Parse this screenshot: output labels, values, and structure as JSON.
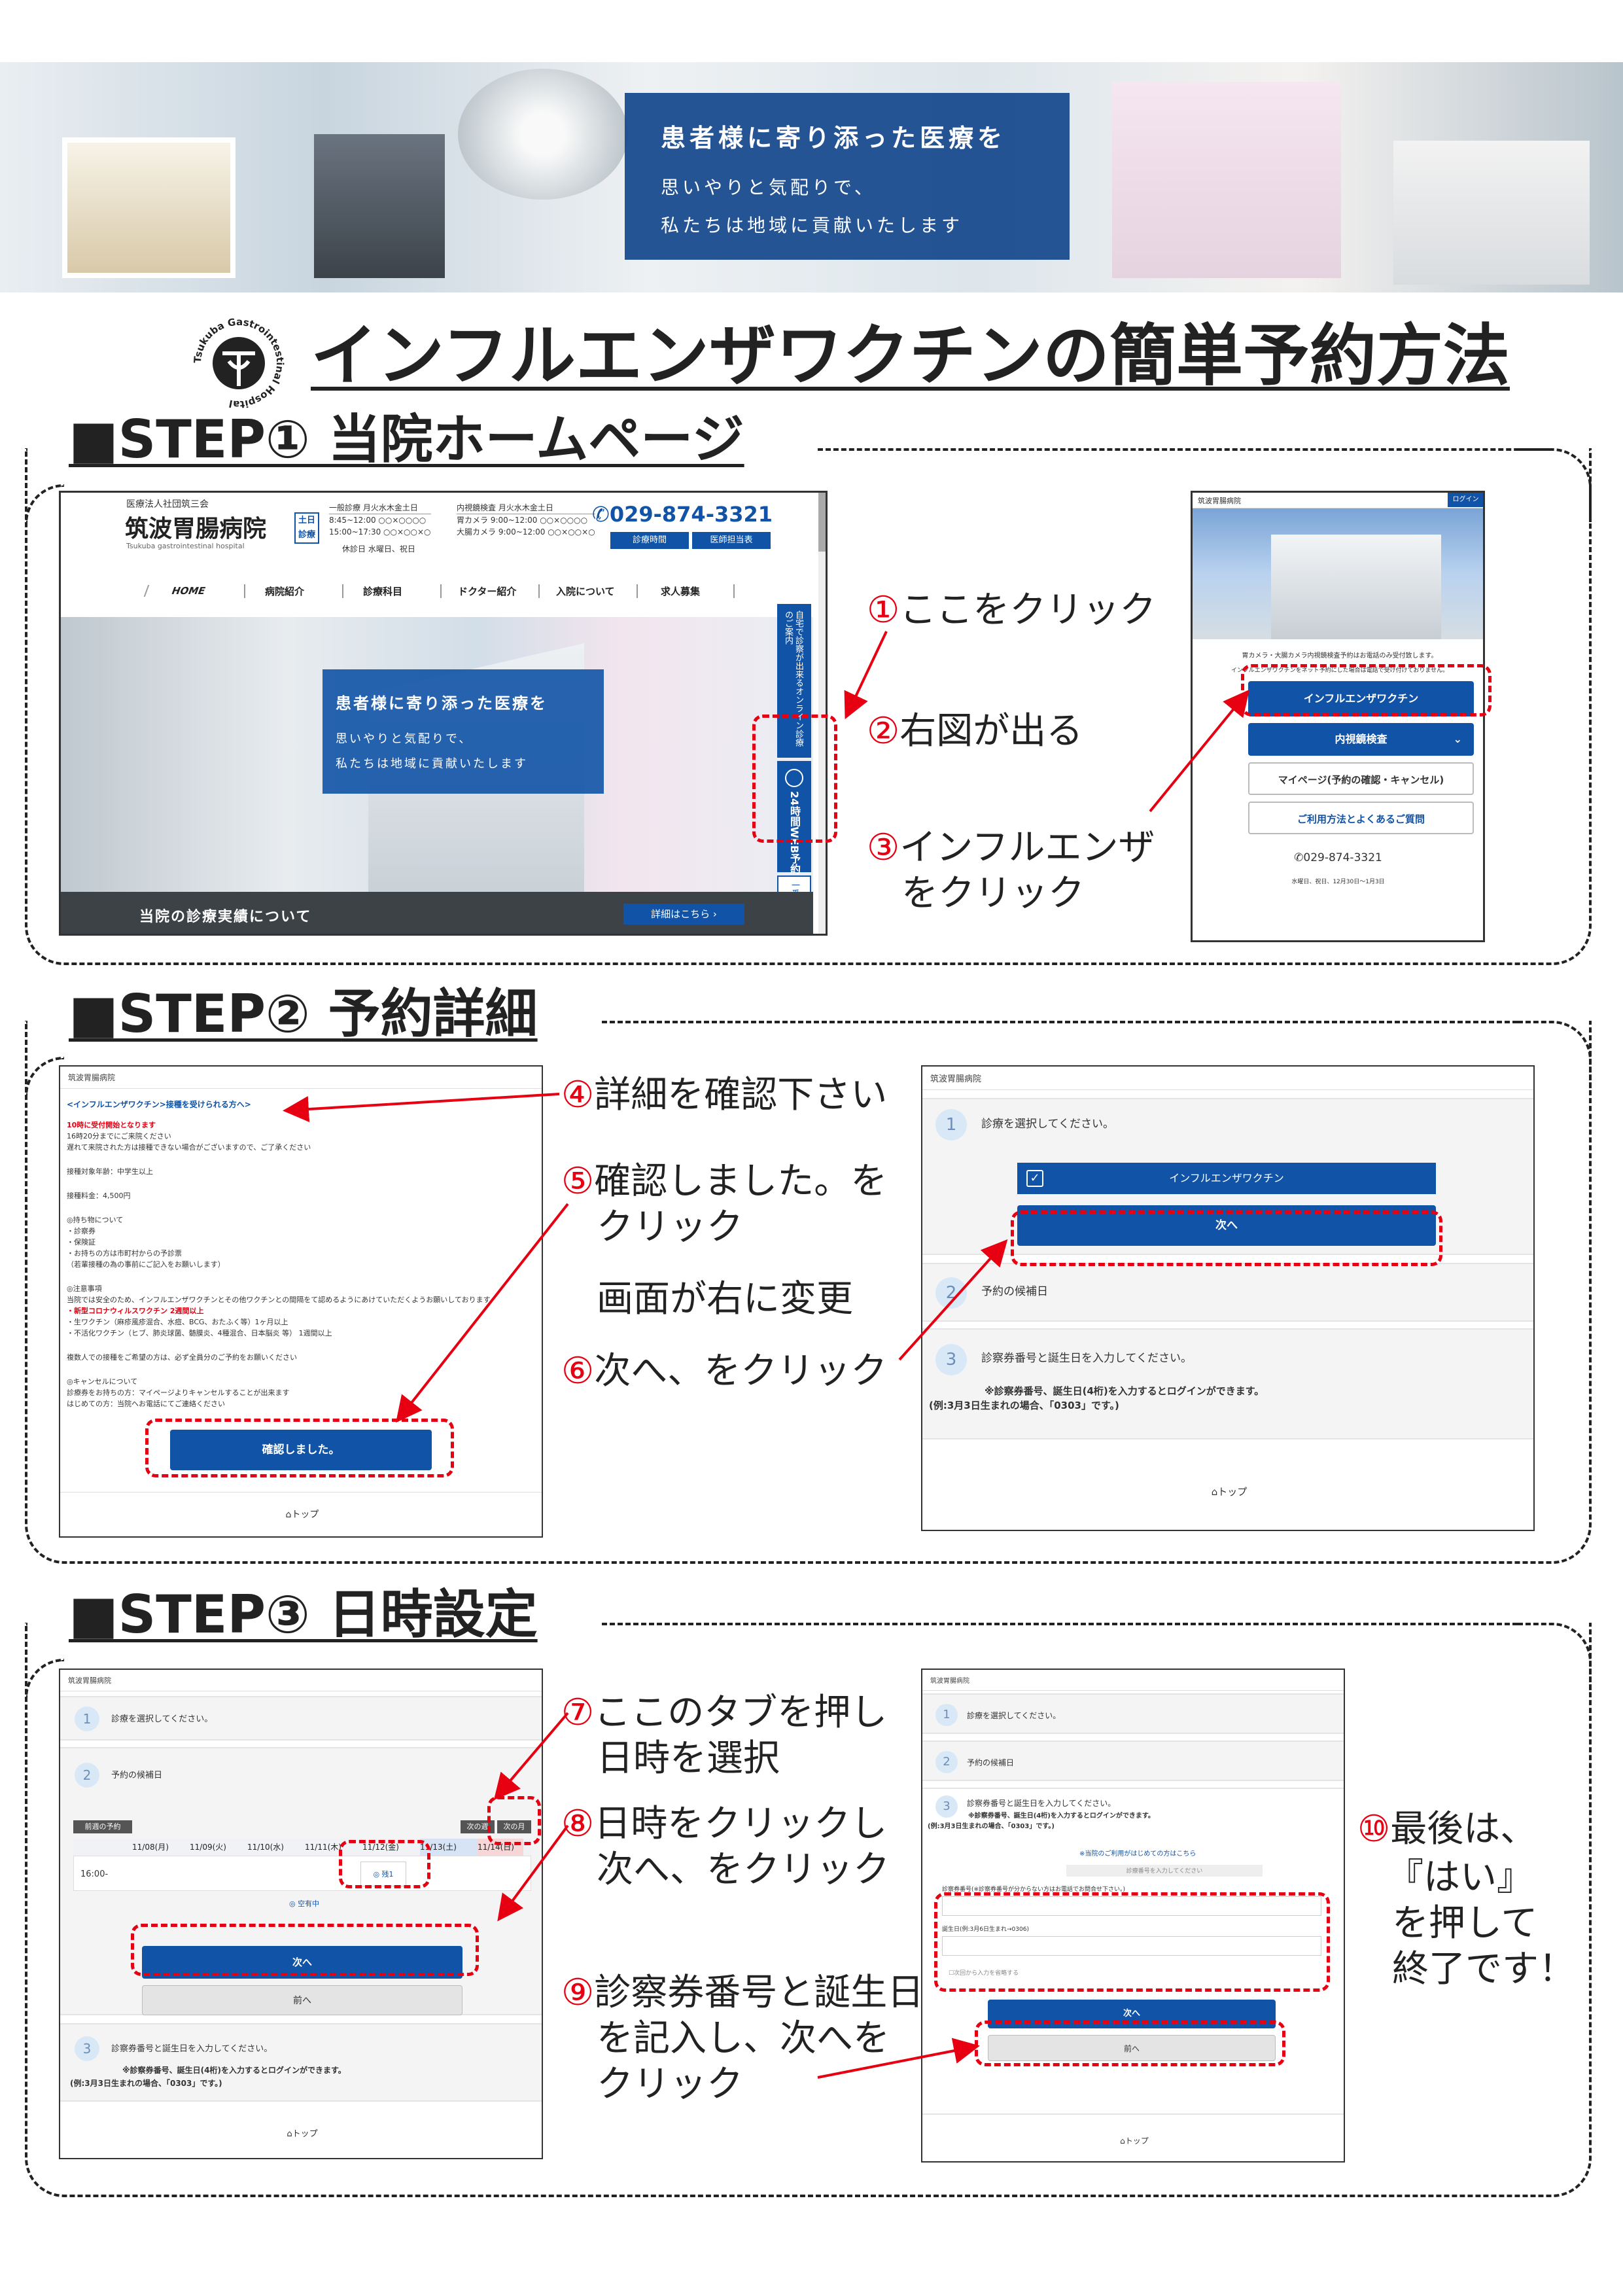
{
  "banner": {
    "line1": "患者様に寄り添った医療を",
    "line2": "思いやりと気配りで、",
    "line3": "私たちは地域に貢献いたします"
  },
  "logo": {
    "text": "Tsukuba Gastrointestinal Hospital"
  },
  "title": "インフルエンザワクチンの簡単予約方法",
  "step1": {
    "heading": "■STEP① 当院ホームページ",
    "ann1": "①ここをクリック",
    "ann2": "②右図が出る",
    "ann3a": "③インフルエンザ",
    "ann3b": "をクリック",
    "site": {
      "corp": "医療法人社団筑三会",
      "name": "筑波胃腸病院",
      "name_en": "Tsukuba gastrointestinal hospital",
      "badge1": "土日",
      "badge2": "診療",
      "hours_head1": "一般診療 月火水木金土日",
      "hours1a": "8:45~12:00 ○○×○○○○",
      "hours1b": "15:00~17:30 ○○×○○×○",
      "hours_head2": "内視鏡検査 月火水木金土日",
      "hours2a": "胃カメラ 9:00~12:00 ○○×○○○○",
      "hours2b": "大腸カメラ 9:00~12:00 ○○×○○×○",
      "holiday": "休診日 水曜日、祝日",
      "phone": "029-874-3321",
      "btn_hours": "診療時間",
      "btn_exam": "医師担当表",
      "nav": [
        "HOME",
        "病院紹介",
        "診療科目",
        "ドクター紹介",
        "入院について",
        "求人募集"
      ],
      "hero1": "患者様に寄り添った医療を",
      "hero2": "思いやりと気配りで、",
      "hero3": "私たちは地域に貢献いたします",
      "side_top": "自宅で診察が出来るオンライン診療のご案内",
      "side_web": "24時間WEB予約",
      "side_back": "一番上に戻る",
      "footer": "当院の診療実績について",
      "footer_btn": "詳細はこちら"
    },
    "mobile": {
      "header": "筑波胃腸病院",
      "login": "ログイン",
      "notice1": "胃カメラ・大腸カメラ内視鏡検査予約はお電話のみ受付致します。",
      "notice2": "インフルエンザワクチンをネット予約にした場合は電話で受け付けておりません。",
      "btn1": "インフルエンザワクチン",
      "btn2": "内視鏡検査",
      "btn3": "マイページ(予約の確認・キャンセル)",
      "btn4": "ご利用方法とよくあるご質問",
      "phone": "029-874-3321",
      "closed": "水曜日、祝日、12月30日〜1月3日"
    }
  },
  "step2": {
    "heading": "■STEP② 予約詳細",
    "ann4": "④詳細を確認下さい",
    "ann5a": "⑤確認しました。を",
    "ann5b": "クリック",
    "ann_change": "画面が右に変更",
    "ann6": "⑥次へ、をクリック",
    "left": {
      "header": "筑波胃腸病院",
      "link": "<インフルエンザワクチン>接種を受けられる方へ>",
      "r1": "10時に受付開始となります",
      "r2": "16時20分までにご来院ください",
      "r3": "遅れて来院された方は接種できない場合がございますので、ご了承ください",
      "target": "接種対象年齢：中学生以上",
      "fee": "接種料金：4,500円",
      "items_head": "◎持ち物について",
      "item1": "・診察券",
      "item2": "・保険証",
      "item3": "・お持ちの方は市町村からの予診票",
      "item4": "（若輩接種の為の事前にご記入をお願いします）",
      "notes_head": "◎注意事項",
      "note1": "当院では安全のため、インフルエンザワクチンとその他ワクチンとの間隔をて認めるようにあけていただくようお願いしております。",
      "note2": "・新型コロナウィルスワクチン 2週間以上",
      "note3": "・生ワクチン（麻疹風疹混合、水痘、BCG、おたふく等）1ヶ月以上",
      "note4": "・不活化ワクチン（ヒブ、肺炎球菌、髄膜炎、4種混合、日本脳炎 等） 1週間以上",
      "note5": "複数人での接種をご希望の方は、必ず全員分のご予約をお願いください",
      "cancel_head": "◎キャンセルについて",
      "cancel1": "診療券をお持ちの方：マイページよりキャンセルすることが出来ます",
      "cancel2": "はじめての方：当院へお電話にてご連絡ください",
      "btn": "確認しました。",
      "top": "トップ"
    },
    "right": {
      "header": "筑波胃腸病院",
      "s1": "診療を選択してください。",
      "chip": "インフルエンザワクチン",
      "btn": "次へ",
      "s2": "予約の候補日",
      "s3": "診察券番号と誕生日を入力してください。",
      "warn1": "※診察券番号、誕生日(4桁)を入力するとログインができます。",
      "warn2": "(例:3月3日生まれの場合、「0303」です。)",
      "top": "トップ"
    }
  },
  "step3": {
    "heading": "■STEP③ 日時設定",
    "ann7a": "⑦ここのタブを押し",
    "ann7b": "日時を選択",
    "ann8a": "⑧日時をクリックし",
    "ann8b": "次へ、をクリック",
    "ann9a": "⑨診察券番号と誕生日",
    "ann9b": "を記入し、次へを",
    "ann9c": "クリック",
    "ann10a": "⑩最後は、",
    "ann10b": "『はい』",
    "ann10c": "を押して",
    "ann10d": "終了です！",
    "left": {
      "header": "筑波胃腸病院",
      "s1": "診療を選択してください。",
      "s2": "予約の候補日",
      "prev_week": "前週の予約",
      "next_week": "次の週",
      "next_month": "次の月",
      "days": [
        "11/08(月)",
        "11/09(火)",
        "11/10(水)",
        "11/11(木)",
        "11/12(金)",
        "11/13(土)",
        "11/14(日)"
      ],
      "time": "16:00-",
      "slot": "◎ 残1",
      "legend": "◎ 空有中",
      "btn_next": "次へ",
      "btn_prev": "前へ",
      "s3": "診察券番号と誕生日を入力してください。",
      "warn1": "※診察券番号、誕生日(4桁)を入力するとログインができます。",
      "warn2": "(例:3月3日生まれの場合、「0303」です。)",
      "top": "トップ"
    },
    "right": {
      "header": "筑波胃腸病院",
      "s1": "診療を選択してください。",
      "s2": "予約の候補日",
      "s3": "診察券番号と誕生日を入力してください。",
      "warn1": "※診察券番号、誕生日(4桁)を入力するとログインができます。",
      "warn2": "(例:3月3日生まれの場合、「0303」です。)",
      "first": "※当院のご利用がはじめての方はこちら",
      "field0": "診療番号を入力してください",
      "label1": "診察券番号(※診察券番号が分からない方はお電話でお問合せ下さい。)",
      "label2": "誕生日(例:3月6日生まれ→0306)",
      "remember": "次回から入力を省略する",
      "btn_next": "次へ",
      "btn_prev": "前へ",
      "top": "トップ"
    }
  }
}
